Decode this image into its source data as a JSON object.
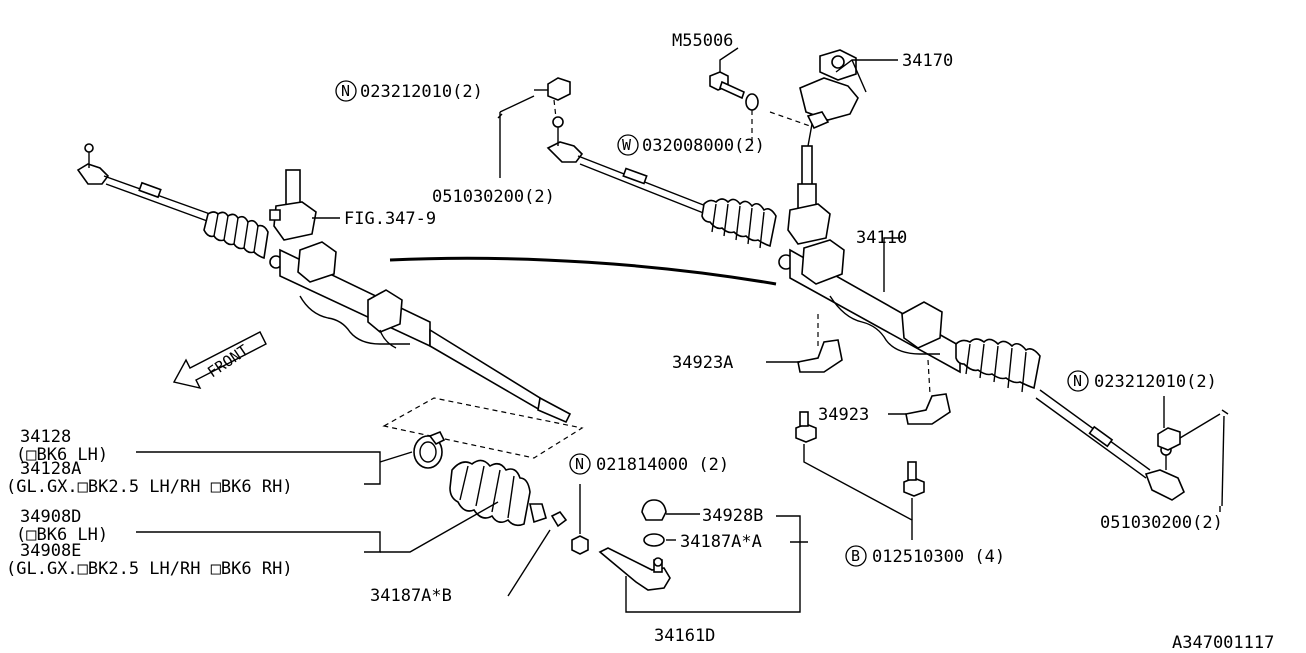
{
  "labels": {
    "m55006": "M55006",
    "p34170": "34170",
    "n_023212010_top": "023212010(2)",
    "w_032008000": "032008000(2)",
    "p051030200_top": "051030200(2)",
    "fig": "FIG.347-9",
    "p34110": "34110",
    "p34923a": "34923A",
    "p34923": "34923",
    "n_023212010_right": "023212010(2)",
    "p051030200_right": "051030200(2)",
    "b_012510300": "012510300 (4)",
    "n_021814000": "021814000 (2)",
    "p34928b": "34928B",
    "p34187a_a": "34187A*A",
    "p34187a_b": "34187A*B",
    "p34161d": "34161D",
    "p34128": "34128",
    "p34128_sub1": "(□BK6 LH)",
    "p34128a": "34128A",
    "p34128_sub2": "(GL.GX.□BK2.5 LH/RH □BK6 RH)",
    "p34908d": "34908D",
    "p34908_sub1": "(□BK6 LH)",
    "p34908e": "34908E",
    "p34908_sub2": "(GL.GX.□BK2.5 LH/RH □BK6 RH)",
    "front": "FRONT",
    "ref": "A347001117"
  },
  "badges": {
    "n": "N",
    "w": "W",
    "b": "B"
  }
}
